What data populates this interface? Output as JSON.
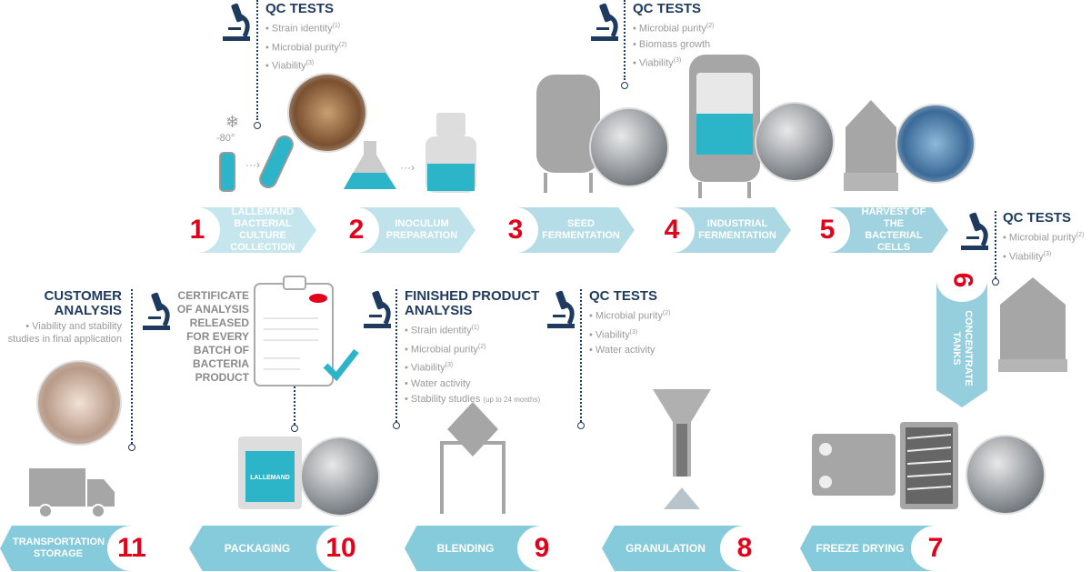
{
  "qc_tests_1": {
    "title": "QC TESTS",
    "items": [
      "Strain identity",
      "Microbial purity",
      "Viability"
    ],
    "refs": [
      "(1)",
      "(2)",
      "(3)"
    ]
  },
  "qc_tests_2": {
    "title": "QC TESTS",
    "items": [
      "Microbial purity",
      "Biomass growth",
      "Viability"
    ],
    "refs": [
      "(2)",
      "",
      "(3)"
    ]
  },
  "qc_tests_3": {
    "title": "QC TESTS",
    "items": [
      "Microbial purity",
      "Viability"
    ],
    "refs": [
      "(2)",
      "(3)"
    ]
  },
  "qc_tests_4": {
    "title": "QC TESTS",
    "items": [
      "Microbial purity",
      "Viability",
      "Water activity"
    ],
    "refs": [
      "(2)",
      "(3)",
      ""
    ]
  },
  "finished_product": {
    "title1": "FINISHED PRODUCT",
    "title2": "ANALYSIS",
    "items": [
      "Strain identity",
      "Microbial purity",
      "Viability",
      "Water activity",
      "Stability studies"
    ],
    "refs": [
      "(1)",
      "(2)",
      "(3)",
      "",
      ""
    ],
    "stability_note": "(up to 24 months)"
  },
  "customer": {
    "title1": "CUSTOMER",
    "title2": "ANALYSIS",
    "text1": "• Viability and stability",
    "text2": "studies in final application"
  },
  "certificate": {
    "lines": [
      "CERTIFICATE",
      "OF ANALYSIS",
      "RELEASED",
      "FOR EVERY",
      "BATCH OF",
      "BACTERIA",
      "PRODUCT"
    ]
  },
  "temperature": "-80°",
  "bag_brand": "LALLEMAND",
  "steps": [
    {
      "num": "1",
      "l1": "LALLEMAND",
      "l2": "BACTERIAL CULTURE",
      "l3": "COLLECTION"
    },
    {
      "num": "2",
      "l1": "INOCULUM",
      "l2": "PREPARATION"
    },
    {
      "num": "3",
      "l1": "SEED",
      "l2": "FERMENTATION"
    },
    {
      "num": "4",
      "l1": "INDUSTRIAL",
      "l2": "FERMENTATION"
    },
    {
      "num": "5",
      "l1": "HARVEST OF THE",
      "l2": "BACTERIAL CELLS"
    },
    {
      "num": "6",
      "l1": "CONCENTRATE",
      "l2": "TANKS"
    },
    {
      "num": "7",
      "l1": "FREEZE DRYING"
    },
    {
      "num": "8",
      "l1": "GRANULATION"
    },
    {
      "num": "9",
      "l1": "BLENDING"
    },
    {
      "num": "10",
      "l1": "PACKAGING"
    },
    {
      "num": "11",
      "l1": "TRANSPORTATION",
      "l2": "STORAGE"
    }
  ],
  "colors": {
    "navy": "#1f3a5f",
    "red": "#e2001a",
    "teal": "#2cb5c8",
    "banner": "#86cbdb",
    "equipment": "#a6a6a6"
  }
}
